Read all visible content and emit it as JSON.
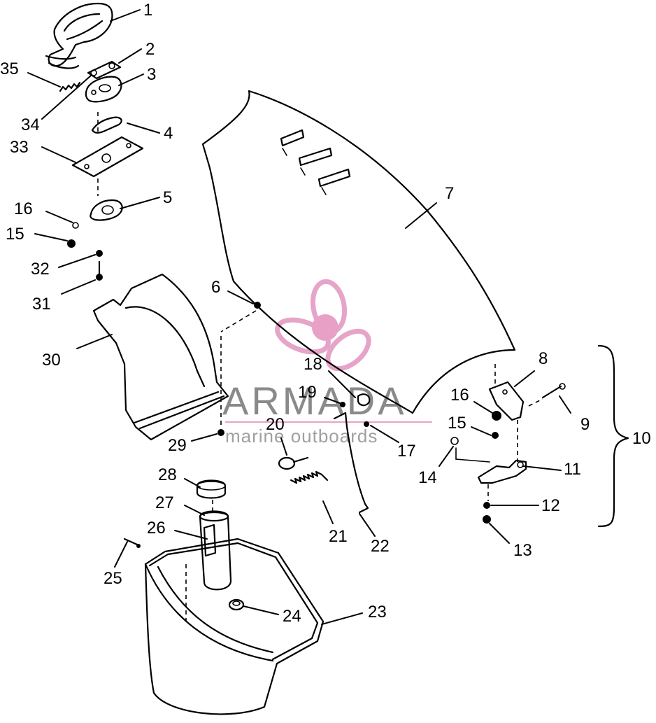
{
  "watermark": {
    "brand": "ARMADA",
    "tagline": "marine outboards",
    "accent_color": "#e6a4c8"
  },
  "callouts": {
    "c1": "1",
    "c2": "2",
    "c3": "3",
    "c4": "4",
    "c5": "5",
    "c6": "6",
    "c7": "7",
    "c8": "8",
    "c9": "9",
    "c10": "10",
    "c11": "11",
    "c12": "12",
    "c13": "13",
    "c14a": "14",
    "c15a": "15",
    "c15b": "15",
    "c16a": "16",
    "c16b": "16",
    "c17": "17",
    "c18": "18",
    "c19": "19",
    "c20": "20",
    "c21": "21",
    "c22": "22",
    "c23": "23",
    "c24": "24",
    "c25": "25",
    "c26": "26",
    "c27": "27",
    "c28": "28",
    "c29": "29",
    "c30": "30",
    "c31": "31",
    "c32": "32",
    "c33": "33",
    "c34": "34",
    "c35": "35"
  }
}
